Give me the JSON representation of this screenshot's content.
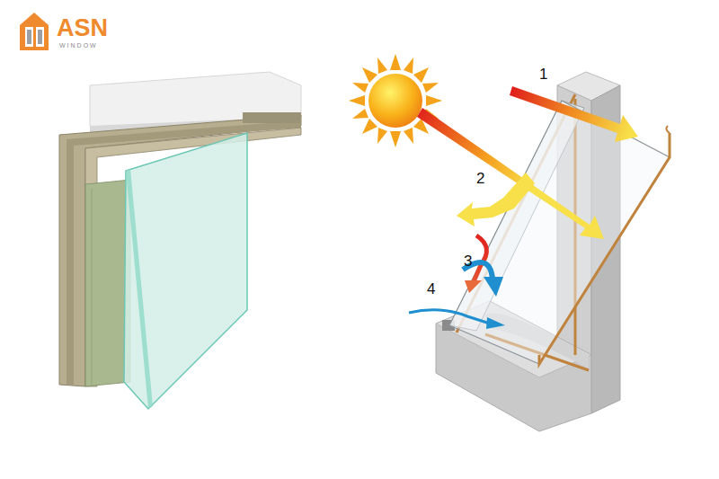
{
  "diagram": {
    "labels": [
      "ASN",
      "WINDOW",
      "1",
      "2",
      "3",
      "4"
    ]
  }
}
